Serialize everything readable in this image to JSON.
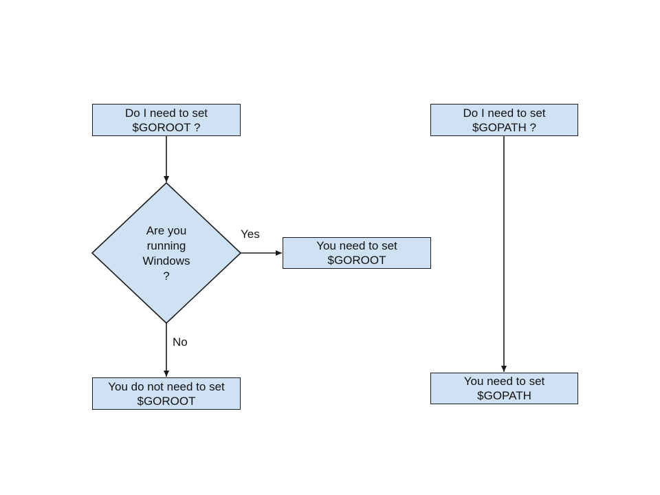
{
  "colors": {
    "node_fill": "#cfe2f3",
    "stroke": "#1a1a1a",
    "text": "#111111",
    "background": "#ffffff"
  },
  "nodes": {
    "goroot_question": {
      "line1": "Do I need to set",
      "line2": "$GOROOT ?"
    },
    "gopath_question": {
      "line1": "Do I need to set",
      "line2": "$GOPATH ?"
    },
    "windows_decision": {
      "line1": "Are you",
      "line2": "running",
      "line3": "Windows",
      "line4": "?"
    },
    "set_goroot": {
      "line1": "You need to set",
      "line2": "$GOROOT"
    },
    "no_goroot": {
      "line1": "You do not need to set",
      "line2": "$GOROOT"
    },
    "set_gopath": {
      "line1": "You need to set",
      "line2": "$GOPATH"
    }
  },
  "edges": {
    "yes_label": "Yes",
    "no_label": "No"
  }
}
